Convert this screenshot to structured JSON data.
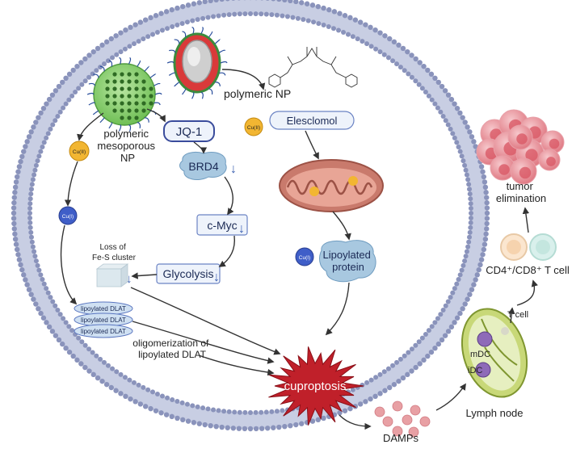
{
  "nanoparticles": {
    "polymeric_mesoporous": [
      "polymeric",
      "mesoporous",
      "NP"
    ],
    "polymeric": "polymeric NP"
  },
  "drugs": {
    "jq1": "JQ-1",
    "elesclomol": "Elesclomol"
  },
  "copper": {
    "cu2": "Cu(II)",
    "cu1": "Cu(I)"
  },
  "pathway": {
    "brd4": "BRD4",
    "cmyc": "c-Myc",
    "glycolysis": "Glycolysis",
    "fes_loss": [
      "Loss of",
      "Fe-S cluster"
    ],
    "lipoylated_protein": [
      "Lipoylated",
      "protein"
    ],
    "lipoylated_dlat": [
      "lipoylated DLAT",
      "lipoylated DLAT",
      "lipoylated DLAT"
    ],
    "oligomerization": [
      "oligomerization of",
      "lipoylated DLAT"
    ],
    "down_arrow": "↓"
  },
  "cell_death": "cuproptosis",
  "immune": {
    "damps": "DAMPs",
    "lymph_node": "Lymph node",
    "t_cell": "T cell",
    "mdc": "mDC",
    "idc": "iDC",
    "cd_t_cell": "CD4⁺/CD8⁺ T cell",
    "tumor_elimination": [
      "tumor",
      "elimination"
    ]
  },
  "colors": {
    "membrane": "#9fa8c7",
    "membrane_head": "#7d87b0",
    "box_fill": "#eef3fb",
    "box_stroke": "#6b83c4",
    "brd4_fill": "#a8c8e0",
    "cu_yellow": "#f2b632",
    "cu_blue": "#3f5ec8",
    "star_red": "#c0202a",
    "mito": "#c97a6c",
    "lymph": "#c8d878",
    "tumor": "#e06b78"
  }
}
